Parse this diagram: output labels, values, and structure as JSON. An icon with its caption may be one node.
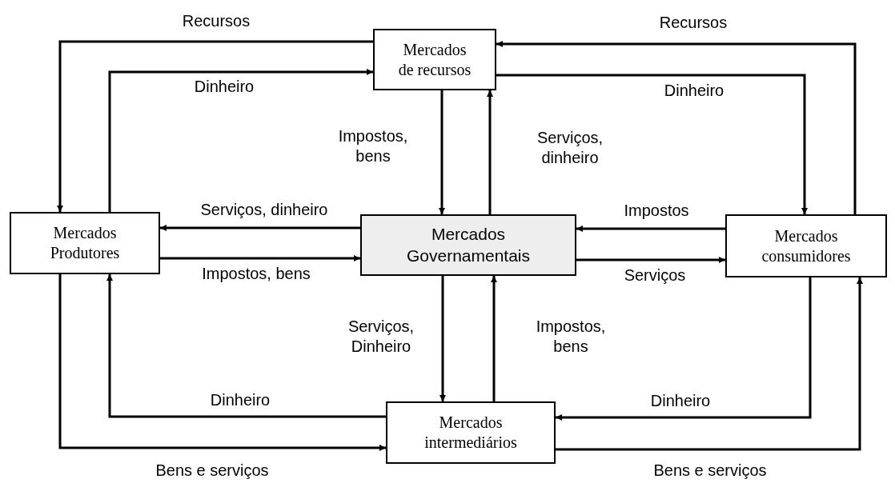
{
  "diagram": {
    "nodes": [
      {
        "text": [
          "Mercados de recursos"
        ]
      },
      {
        "text": [
          "Mercados Produtores"
        ]
      },
      {
        "text": [
          "Mercados Governamentais"
        ]
      },
      {
        "text": [
          "Mercados consumidores"
        ]
      },
      {
        "text": [
          "Mercados intermediários"
        ]
      }
    ],
    "edges": [
      {
        "from": 0,
        "to": 1,
        "arrow": "to",
        "label": "Recursos"
      },
      {
        "from": 1,
        "to": 0,
        "arrow": "to",
        "label": "Dinheiro"
      },
      {
        "from": 3,
        "to": 0,
        "arrow": "to",
        "label": "Recursos"
      },
      {
        "from": 0,
        "to": 3,
        "arrow": "to",
        "label": "Dinheiro"
      },
      {
        "from": 0,
        "to": 2,
        "arrow": "to",
        "label": "Impostos, bens"
      },
      {
        "from": 2,
        "to": 0,
        "arrow": "to",
        "label": "Serviços, dinheiro"
      },
      {
        "from": 2,
        "to": 1,
        "arrow": "to",
        "label": "Serviços, dinheiro"
      },
      {
        "from": 1,
        "to": 2,
        "arrow": "to",
        "label": "Impostos, bens"
      },
      {
        "from": 3,
        "to": 2,
        "arrow": "to",
        "label": "Impostos"
      },
      {
        "from": 2,
        "to": 3,
        "arrow": "to",
        "label": "Serviços"
      },
      {
        "from": 2,
        "to": 4,
        "arrow": "to",
        "label": "Serviços, Dinheiro"
      },
      {
        "from": 4,
        "to": 2,
        "arrow": "to",
        "label": "Impostos, bens"
      },
      {
        "from": 4,
        "to": 1,
        "arrow": "to",
        "label": "Dinheiro"
      },
      {
        "from": 1,
        "to": 4,
        "arrow": "to",
        "label": "Bens e serviços"
      },
      {
        "from": 3,
        "to": 4,
        "arrow": "to",
        "label": "Dinheiro"
      },
      {
        "from": 4,
        "to": 3,
        "arrow": "to",
        "label": "Bens e serviços"
      }
    ]
  }
}
